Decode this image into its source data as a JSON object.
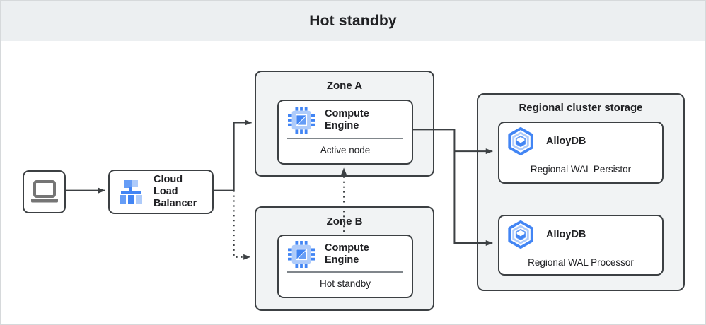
{
  "header": {
    "title": "Hot standby"
  },
  "client": {
    "icon": "laptop-icon"
  },
  "load_balancer": {
    "label": "Cloud Load Balancer",
    "icon": "load-balancer-icon"
  },
  "zone_a": {
    "title": "Zone A",
    "card": {
      "name": "Compute Engine",
      "role": "Active node",
      "icon": "compute-engine-icon"
    }
  },
  "zone_b": {
    "title": "Zone B",
    "card": {
      "name": "Compute Engine",
      "role": "Hot standby",
      "icon": "compute-engine-icon"
    }
  },
  "storage": {
    "title": "Regional cluster storage",
    "cards": [
      {
        "name": "AlloyDB",
        "role": "Regional WAL Persistor",
        "icon": "alloydb-icon"
      },
      {
        "name": "AlloyDB",
        "role": "Regional WAL Processor",
        "icon": "alloydb-icon"
      }
    ]
  },
  "colors": {
    "accent_blue_dark": "#4285f4",
    "accent_blue_mid": "#669df6",
    "accent_blue_light": "#aecbfa",
    "outline_dark": "#3c4043",
    "container_fill": "#f1f3f4",
    "header_fill": "#eceff1",
    "laptop_gray": "#757575",
    "divider_gray": "#80868b"
  }
}
